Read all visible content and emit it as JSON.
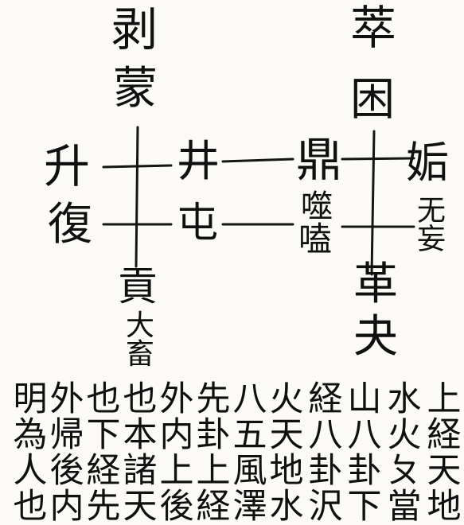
{
  "diagram": {
    "left_upper": [
      "剥",
      "蒙"
    ],
    "left_lower": [
      "貢",
      "大",
      "畜"
    ],
    "far_left": [
      "升",
      "復"
    ],
    "center_left": [
      "井",
      "屯"
    ],
    "center": "鼎",
    "center_sub": [
      "噬",
      "嗑"
    ],
    "right_upper": [
      "萃",
      "困"
    ],
    "right_lower": [
      "革",
      "夬"
    ],
    "far_right": [
      "姤",
      "无妄"
    ]
  },
  "notes": {
    "columns": [
      "上経天地",
      "水火ㄆ當",
      "山八卦下",
      "経八卦沢",
      "火天地水",
      "八五風澤",
      "先卦上経",
      "外内上後",
      "也本諸天",
      "也下経先",
      "外帰後内",
      "明為人也"
    ]
  }
}
